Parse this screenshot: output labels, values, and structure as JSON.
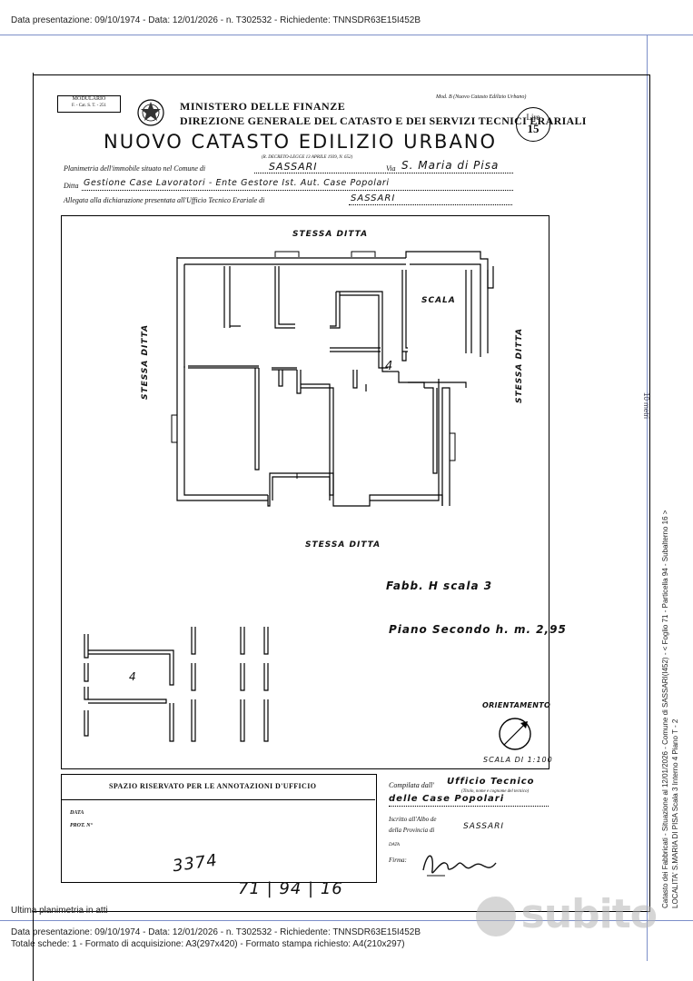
{
  "header": {
    "top_line": "Data presentazione: 09/10/1974 - Data: 12/01/2026 - n. T302532 - Richiedente: TNNSDR63E15I452B"
  },
  "form": {
    "modulario": "MODULARIO",
    "modulario_sub": "F. - Cat. S. T. - 251",
    "ministry": "MINISTERO DELLE FINANZE",
    "direction": "DIREZIONE GENERALE DEL CATASTO E DEI SERVIZI TECNICI ERARIALI",
    "mod_b": "Mod. B (Nuovo Catasto Edilizio Urbano)",
    "title": "NUOVO CATASTO EDILIZIO URBANO",
    "decree": "(R. DECRETO-LEGGE 13 APRILE 1939, N. 652)",
    "stamp_top": "Lire",
    "stamp_value": "15",
    "line1_label": "Planimetria dell'immobile situato nel Comune di",
    "line1_comune": "SASSARI",
    "line1_via_label": "Via",
    "line1_via": "S. Maria di Pisa",
    "line2_label": "Ditta",
    "line2_value": "Gestione Case Lavoratori - Ente Gestore Ist. Aut. Case Popolari",
    "line3_label": "Allegata alla dichiarazione presentata all'Ufficio Tecnico Erariale di",
    "line3_value": "SASSARI"
  },
  "plan": {
    "top_label": "STESSA DITTA",
    "left_label": "STESSA DITTA",
    "right_label": "STESSA DITTA",
    "bottom_label": "STESSA DITTA",
    "stair_label": "SCALA",
    "unit_number": "4",
    "small_unit_number": "4",
    "building_note": "Fabb. H scala 3",
    "floor_note": "Piano Secondo h. m. 2,95",
    "orientation_label": "ORIENTAMENTO",
    "scale_label": "SCALA DI 1:100"
  },
  "office": {
    "reserved_title": "SPAZIO RISERVATO PER LE ANNOTAZIONI D'UFFICIO",
    "data_label": "DATA",
    "prot_label": "PROT. N°",
    "handwritten_number": "3374",
    "handwritten_ref": "71 | 94 | 16",
    "compiled_label": "Compilata dall'",
    "compiled_value": "Ufficio Tecnico",
    "compiled_sub": "(Titolo, nome e cognome del tecnico)",
    "compiled_value2": "delle Case Popolari",
    "iscritto_label": "Iscritto all'Albo de",
    "provincia_label": "della Provincia di",
    "provincia_value": "SASSARI",
    "data2_label": "DATA",
    "firma_label": "Firma:"
  },
  "sidebar": {
    "line1": "Catasto dei Fabbricati - Situazione al 12/01/2026 - Comune di SASSARI(I452) - < Foglio 71 - Particella 94 - Subalterno 16 >",
    "line2": "LOCALITA' S.MARIA DI PISA  Scala 3 Interno 4 Piano T - 2",
    "upper": "10 metri"
  },
  "footer": {
    "last_plan": "Ultima planimetria in atti",
    "line1": "Data presentazione: 09/10/1974 - Data: 12/01/2026 - n. T302532 - Richiedente: TNNSDR63E15I452B",
    "line2": "Totale schede: 1 - Formato di acquisizione: A3(297x420) - Formato stampa richiesto: A4(210x297)"
  },
  "watermark": "subito"
}
